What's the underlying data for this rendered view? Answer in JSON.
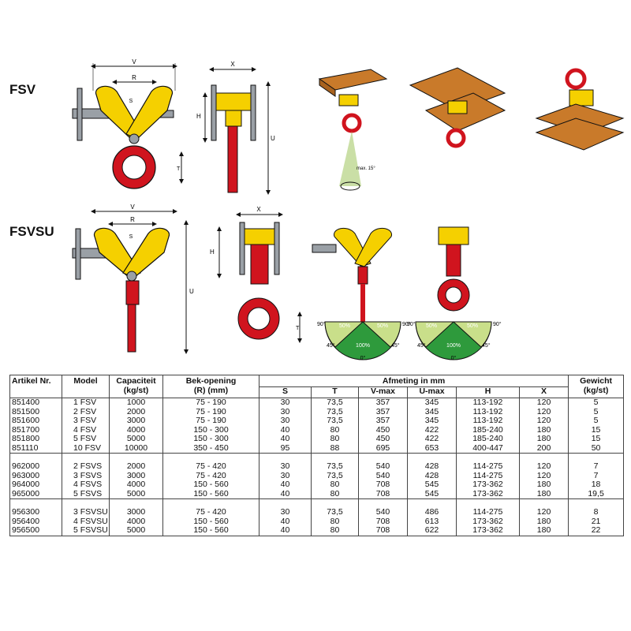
{
  "labels": {
    "fsv": "FSV",
    "fsvsu": "FSVSU"
  },
  "dims": {
    "v": "V",
    "r": "R",
    "s": "S",
    "t": "T",
    "x": "X",
    "h": "H",
    "u": "U",
    "max15": "max. 15°",
    "pct50": "50%",
    "pct100": "100%",
    "deg90": "90°",
    "deg45": "45°",
    "deg0": "0°"
  },
  "colors": {
    "yellow": "#f5d000",
    "red": "#d0141e",
    "rust": "#c97a2a",
    "green": "#2e9a3c",
    "grey": "#9aa0a6"
  },
  "table": {
    "headers": {
      "artikel": "Artikel Nr.",
      "model": "Model",
      "cap1": "Capaciteit",
      "cap2": "(kg/st)",
      "bek1": "Bek-opening",
      "bek2": "(R) (mm)",
      "afm": "Afmeting in mm",
      "s": "S",
      "t": "T",
      "vmax": "V-max",
      "umax": "U-max",
      "h": "H",
      "x": "X",
      "gew1": "Gewicht",
      "gew2": "(kg/st)"
    },
    "groups": [
      {
        "rows": [
          [
            "851400",
            "1 FSV",
            "1000",
            "75 - 190",
            "30",
            "73,5",
            "357",
            "345",
            "113-192",
            "120",
            "5"
          ],
          [
            "851500",
            "2 FSV",
            "2000",
            "75 - 190",
            "30",
            "73,5",
            "357",
            "345",
            "113-192",
            "120",
            "5"
          ],
          [
            "851600",
            "3 FSV",
            "3000",
            "75 - 190",
            "30",
            "73,5",
            "357",
            "345",
            "113-192",
            "120",
            "5"
          ],
          [
            "851700",
            "4 FSV",
            "4000",
            "150 - 300",
            "40",
            "80",
            "450",
            "422",
            "185-240",
            "180",
            "15"
          ],
          [
            "851800",
            "5 FSV",
            "5000",
            "150 - 300",
            "40",
            "80",
            "450",
            "422",
            "185-240",
            "180",
            "15"
          ],
          [
            "851110",
            "10 FSV",
            "10000",
            "350 - 450",
            "95",
            "88",
            "695",
            "653",
            "400-447",
            "200",
            "50"
          ]
        ]
      },
      {
        "rows": [
          [
            "962000",
            "2 FSVS",
            "2000",
            "75 - 420",
            "30",
            "73,5",
            "540",
            "428",
            "114-275",
            "120",
            "7"
          ],
          [
            "963000",
            "3 FSVS",
            "3000",
            "75 - 420",
            "30",
            "73,5",
            "540",
            "428",
            "114-275",
            "120",
            "7"
          ],
          [
            "964000",
            "4 FSVS",
            "4000",
            "150 - 560",
            "40",
            "80",
            "708",
            "545",
            "173-362",
            "180",
            "18"
          ],
          [
            "965000",
            "5 FSVS",
            "5000",
            "150 - 560",
            "40",
            "80",
            "708",
            "545",
            "173-362",
            "180",
            "19,5"
          ]
        ]
      },
      {
        "rows": [
          [
            "956300",
            "3 FSVSU",
            "3000",
            "75 - 420",
            "30",
            "73,5",
            "540",
            "486",
            "114-275",
            "120",
            "8"
          ],
          [
            "956400",
            "4 FSVSU",
            "4000",
            "150 - 560",
            "40",
            "80",
            "708",
            "613",
            "173-362",
            "180",
            "21"
          ],
          [
            "956500",
            "5 FSVSU",
            "5000",
            "150 - 560",
            "40",
            "80",
            "708",
            "622",
            "173-362",
            "180",
            "22"
          ]
        ]
      }
    ]
  }
}
